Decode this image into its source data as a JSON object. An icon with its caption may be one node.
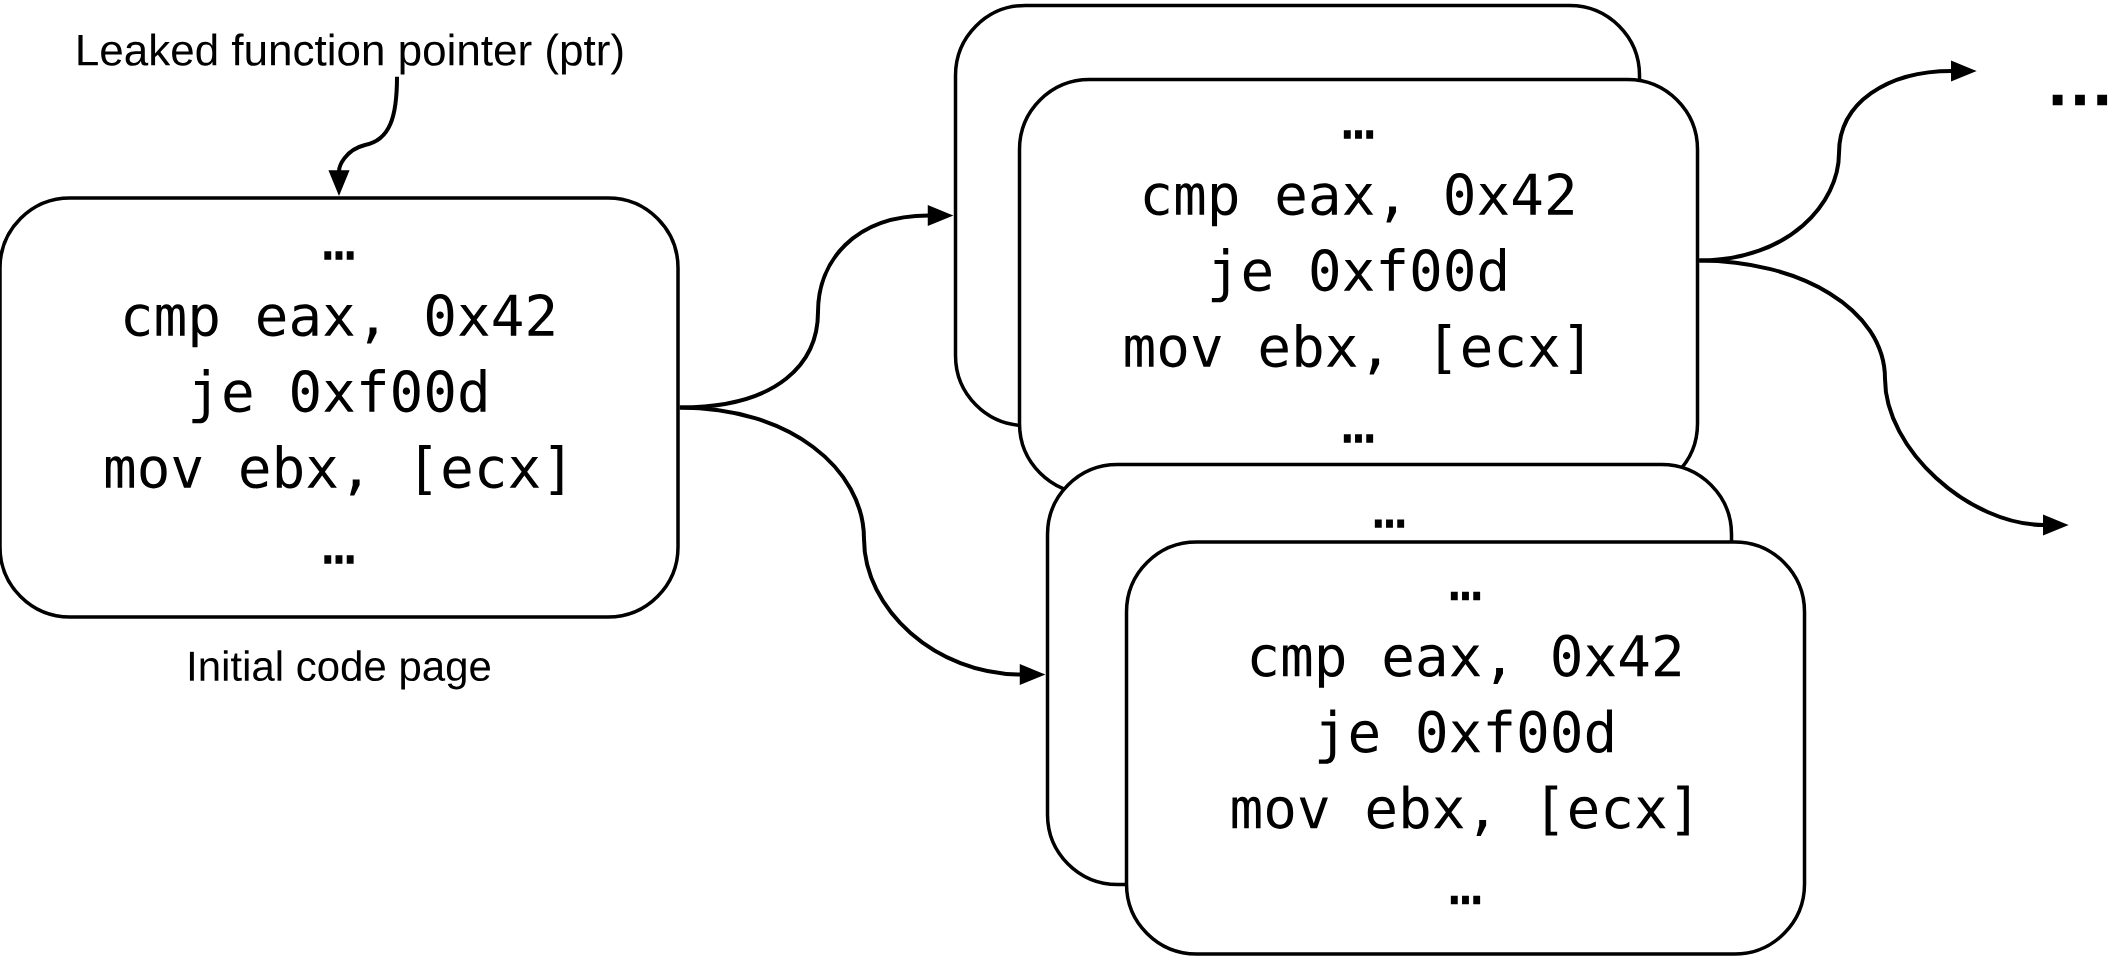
{
  "diagram": {
    "nodes": [
      {
        "text": [
          "Leaked function pointer (ptr)"
        ]
      },
      {
        "text": [
          "…",
          "cmp eax, 0x42",
          "je 0xf00d",
          "mov ebx, [ecx]",
          "…"
        ],
        "beside": [
          "Initial code page"
        ]
      },
      {
        "text": [],
        "shape": "box"
      },
      {
        "text": [
          "…",
          "cmp eax, 0x42",
          "je 0xf00d",
          "mov ebx, [ecx]",
          "…"
        ]
      },
      {
        "text": [
          "…"
        ]
      },
      {
        "text": [
          "…",
          "cmp eax, 0x42",
          "je 0xf00d",
          "mov ebx, [ecx]",
          "…"
        ]
      }
    ],
    "edges": [
      {
        "from": 0,
        "to": 1,
        "arrow": "to"
      },
      {
        "from": 1,
        "to": 2,
        "arrow": "to"
      },
      {
        "from": 1,
        "to": 4,
        "arrow": "to"
      },
      {
        "from": 3,
        "to": null,
        "arrow": "to"
      },
      {
        "from": 3,
        "to": null,
        "arrow": "to"
      }
    ],
    "labels": [
      "…"
    ]
  }
}
